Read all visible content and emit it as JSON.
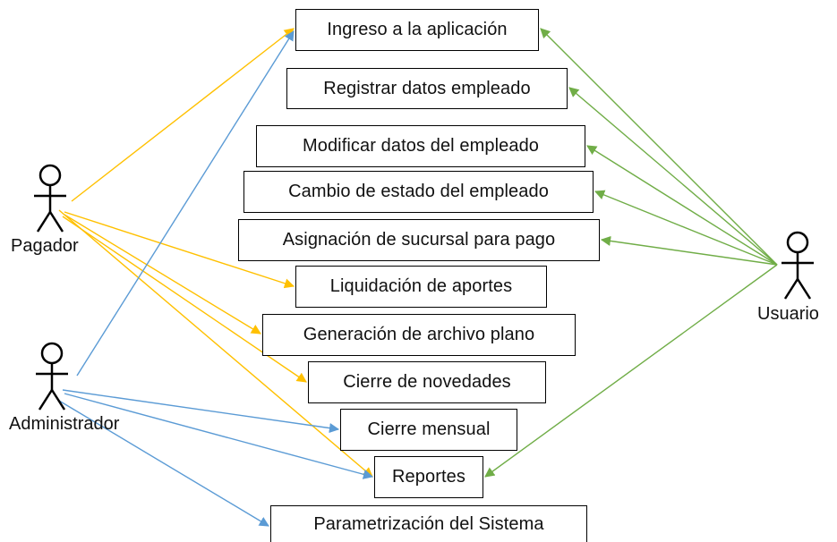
{
  "actors": [
    {
      "id": "pagador",
      "label": "Pagador"
    },
    {
      "id": "administrador",
      "label": "Administrador"
    },
    {
      "id": "usuario",
      "label": "Usuario"
    }
  ],
  "use_cases": [
    {
      "id": "ingreso",
      "label": "Ingreso a la aplicación"
    },
    {
      "id": "registrar",
      "label": "Registrar datos empleado"
    },
    {
      "id": "modificar",
      "label": "Modificar datos del empleado"
    },
    {
      "id": "cambio",
      "label": "Cambio de estado del empleado"
    },
    {
      "id": "asignacion",
      "label": "Asignación de sucursal para pago"
    },
    {
      "id": "liquidacion",
      "label": "Liquidación de aportes"
    },
    {
      "id": "generacion",
      "label": "Generación de archivo plano"
    },
    {
      "id": "cierre_nov",
      "label": "Cierre de novedades"
    },
    {
      "id": "cierre_mensual",
      "label": "Cierre mensual"
    },
    {
      "id": "reportes",
      "label": "Reportes"
    },
    {
      "id": "param",
      "label": "Parametrización del Sistema"
    }
  ],
  "associations": [
    {
      "from": "pagador",
      "to": "ingreso"
    },
    {
      "from": "pagador",
      "to": "liquidacion"
    },
    {
      "from": "pagador",
      "to": "generacion"
    },
    {
      "from": "pagador",
      "to": "cierre_nov"
    },
    {
      "from": "pagador",
      "to": "reportes"
    },
    {
      "from": "administrador",
      "to": "ingreso"
    },
    {
      "from": "administrador",
      "to": "cierre_mensual"
    },
    {
      "from": "administrador",
      "to": "reportes"
    },
    {
      "from": "administrador",
      "to": "param"
    },
    {
      "from": "usuario",
      "to": "ingreso"
    },
    {
      "from": "usuario",
      "to": "registrar"
    },
    {
      "from": "usuario",
      "to": "modificar"
    },
    {
      "from": "usuario",
      "to": "cambio"
    },
    {
      "from": "usuario",
      "to": "asignacion"
    },
    {
      "from": "usuario",
      "to": "reportes"
    }
  ],
  "colors": {
    "pagador": "#FFC000",
    "administrador": "#5B9BD5",
    "usuario": "#70AD47"
  }
}
